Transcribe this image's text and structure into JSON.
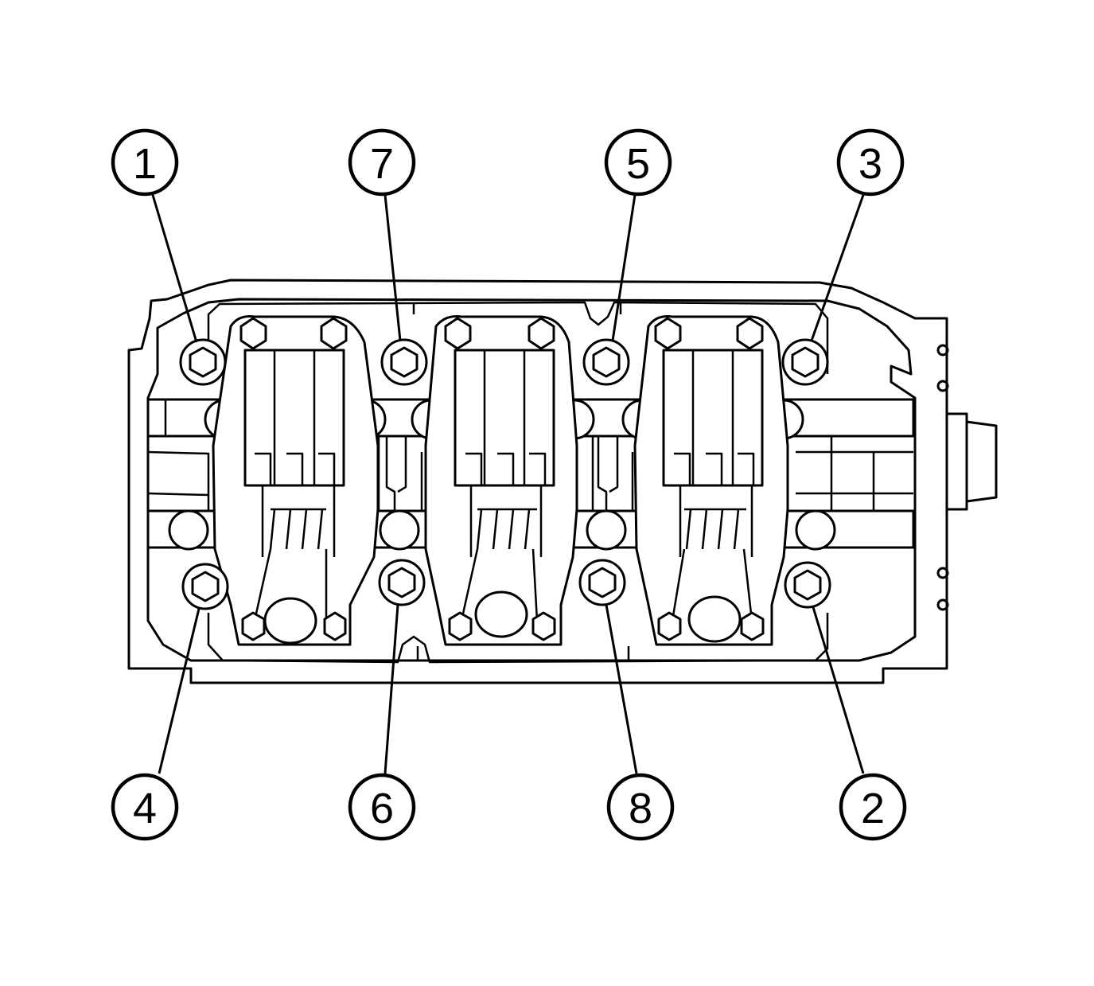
{
  "diagram": {
    "callouts": [
      {
        "id": "callout-1",
        "label": "1"
      },
      {
        "id": "callout-7",
        "label": "7"
      },
      {
        "id": "callout-5",
        "label": "5"
      },
      {
        "id": "callout-3",
        "label": "3"
      },
      {
        "id": "callout-4",
        "label": "4"
      },
      {
        "id": "callout-6",
        "label": "6"
      },
      {
        "id": "callout-8",
        "label": "8"
      },
      {
        "id": "callout-2",
        "label": "2"
      }
    ]
  }
}
